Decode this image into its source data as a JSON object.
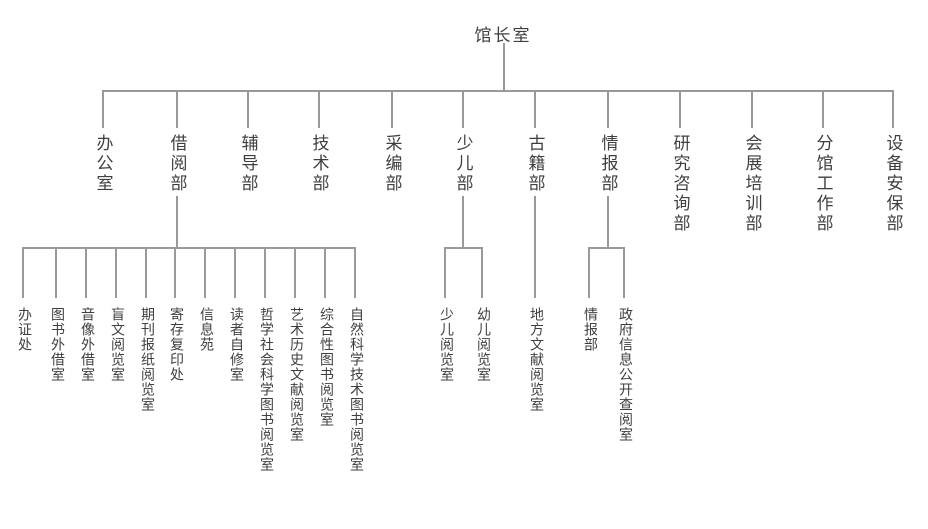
{
  "chart_title": "馆长室",
  "colors": {
    "background": "#ffffff",
    "line": "#999999",
    "text": "#3f3f3f"
  },
  "tree": {
    "root": {
      "label": "馆长室"
    },
    "departments": [
      {
        "label": "办公室",
        "children": []
      },
      {
        "label": "借阅部",
        "children": [
          "办证处",
          "图书外借室",
          "音像外借室",
          "盲文阅览室",
          "期刊报纸阅览室",
          "寄存复印处",
          "信息苑",
          "读者自修室",
          "哲学社会科学图书阅览室",
          "艺术历史文献阅览室",
          "综合性图书阅览室",
          "自然科学技术图书阅览室"
        ]
      },
      {
        "label": "辅导部",
        "children": []
      },
      {
        "label": "技术部",
        "children": []
      },
      {
        "label": "采编部",
        "children": []
      },
      {
        "label": "少儿部",
        "children": [
          "少儿阅览室",
          "幼儿阅览室"
        ]
      },
      {
        "label": "古籍部",
        "children": [
          "地方文献阅览室"
        ]
      },
      {
        "label": "情报部",
        "children": [
          "情报部",
          "政府信息公开查阅室"
        ]
      },
      {
        "label": "研究咨询部",
        "children": []
      },
      {
        "label": "会展培训部",
        "children": []
      },
      {
        "label": "分馆工作部",
        "children": []
      },
      {
        "label": "设备安保部",
        "children": []
      }
    ]
  }
}
